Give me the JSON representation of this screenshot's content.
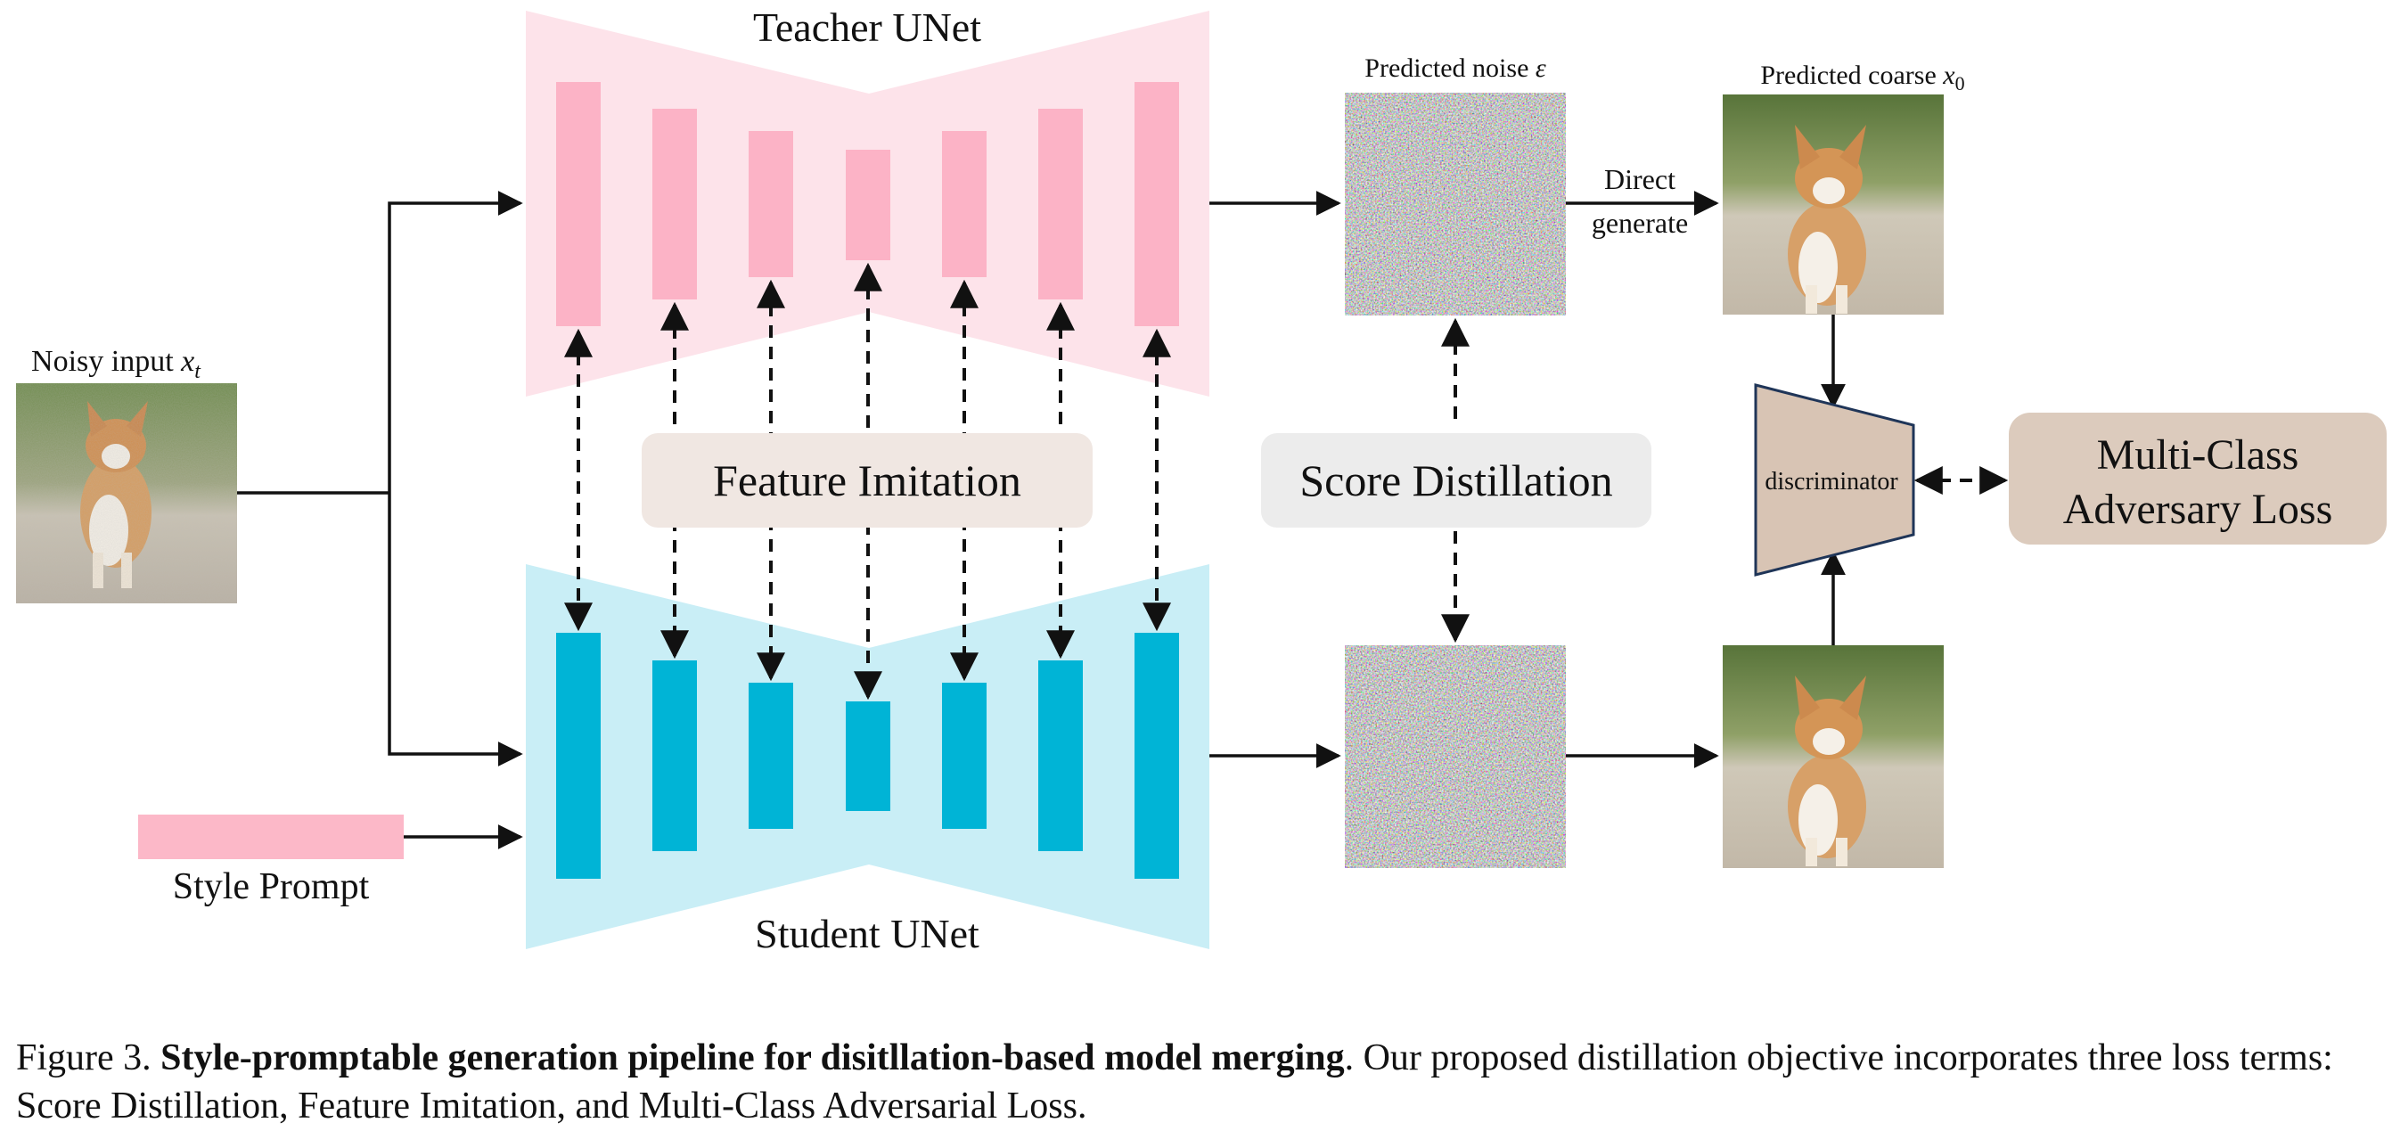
{
  "teacher_label": "Teacher UNet",
  "student_label": "Student UNet",
  "noisy_input_label": "Noisy input",
  "noisy_input_var": "x",
  "noisy_input_sub": "t",
  "style_prompt_label": "Style Prompt",
  "predicted_noise_label": "Predicted noise",
  "predicted_noise_symbol": "ε",
  "predicted_coarse_label": "Predicted coarse",
  "predicted_coarse_var": "x",
  "predicted_coarse_sub": "0",
  "direct_generate_line1": "Direct",
  "direct_generate_line2": "generate",
  "feature_imitation_label": "Feature Imitation",
  "score_distillation_label": "Score Distillation",
  "discriminator_label": "discriminator",
  "adversary_loss_line1": "Multi-Class",
  "adversary_loss_line2": "Adversary Loss",
  "caption": {
    "prefix": "Figure 3.",
    "bold": "Style-promptable generation pipeline for disitllation-based model merging",
    "rest": ". Our proposed distillation objective incorporates three loss terms: Score Distillation, Feature Imitation, and Multi-Class Adversarial Loss."
  },
  "colors": {
    "teacher_bg": "#fde3ea",
    "teacher_block": "#fcb3c6",
    "student_bg": "#c9eef6",
    "student_block": "#00b4d6",
    "style_prompt_bar": "#fcb8c8",
    "feature_box": "#f0e7e2",
    "score_box": "#ececec",
    "discriminator_fill": "#d8c4b4",
    "discriminator_stroke": "#1f3558",
    "loss_box": "#dccbbd"
  }
}
